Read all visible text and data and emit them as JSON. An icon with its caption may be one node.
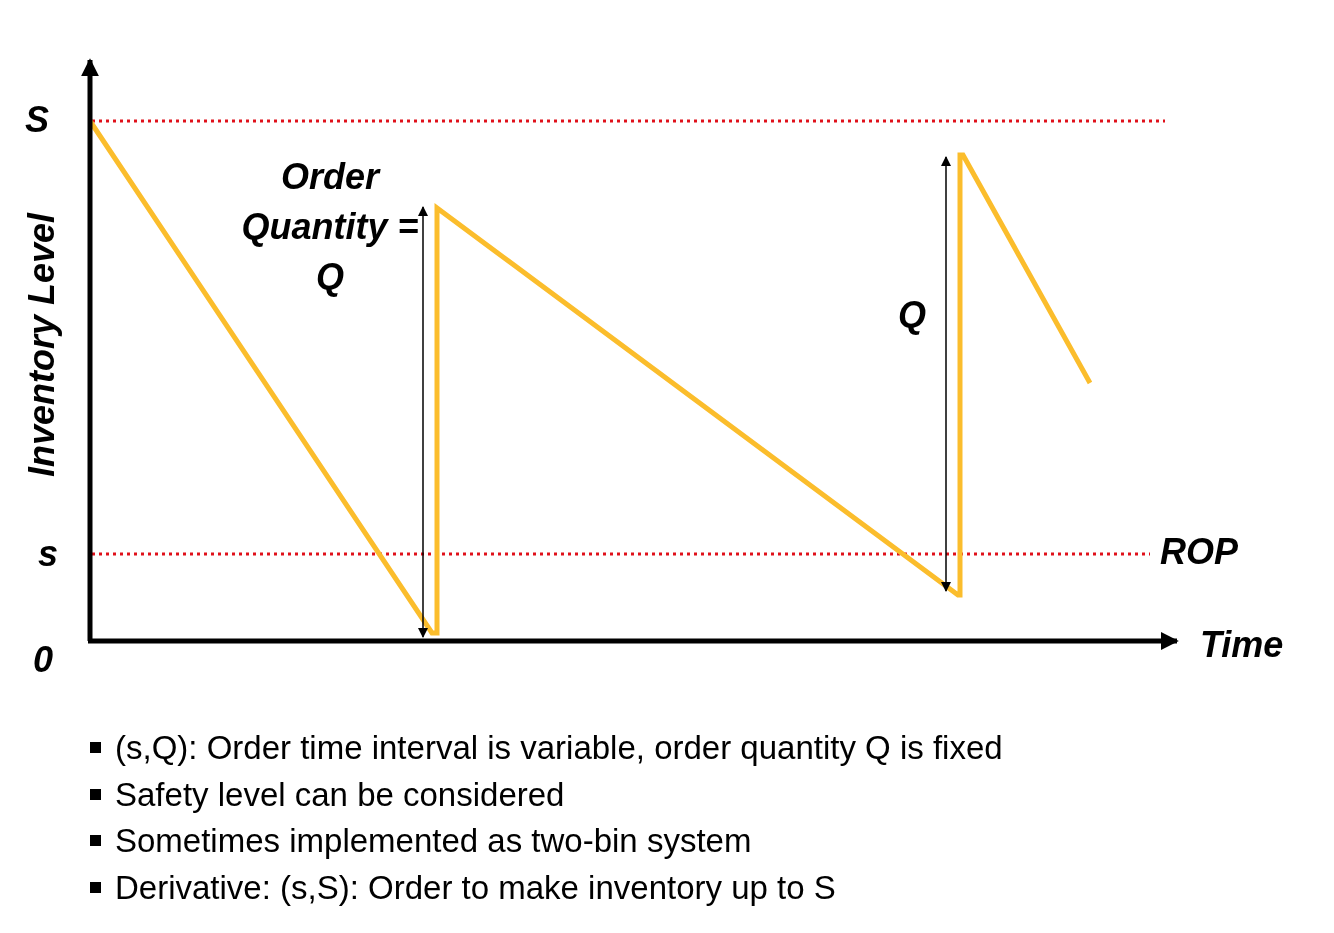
{
  "diagram": {
    "labels": [
      "S",
      "Order Quantity = Q",
      "Inventory Level",
      "Q",
      "s",
      "ROP",
      "0",
      "Time",
      "(s,Q): Order time interval is variable, order quantity Q is fixed",
      "Safety level can be considered",
      "Sometimes implemented as two-bin system",
      "Derivative: (s,S): Order to make inventory up to S"
    ]
  }
}
